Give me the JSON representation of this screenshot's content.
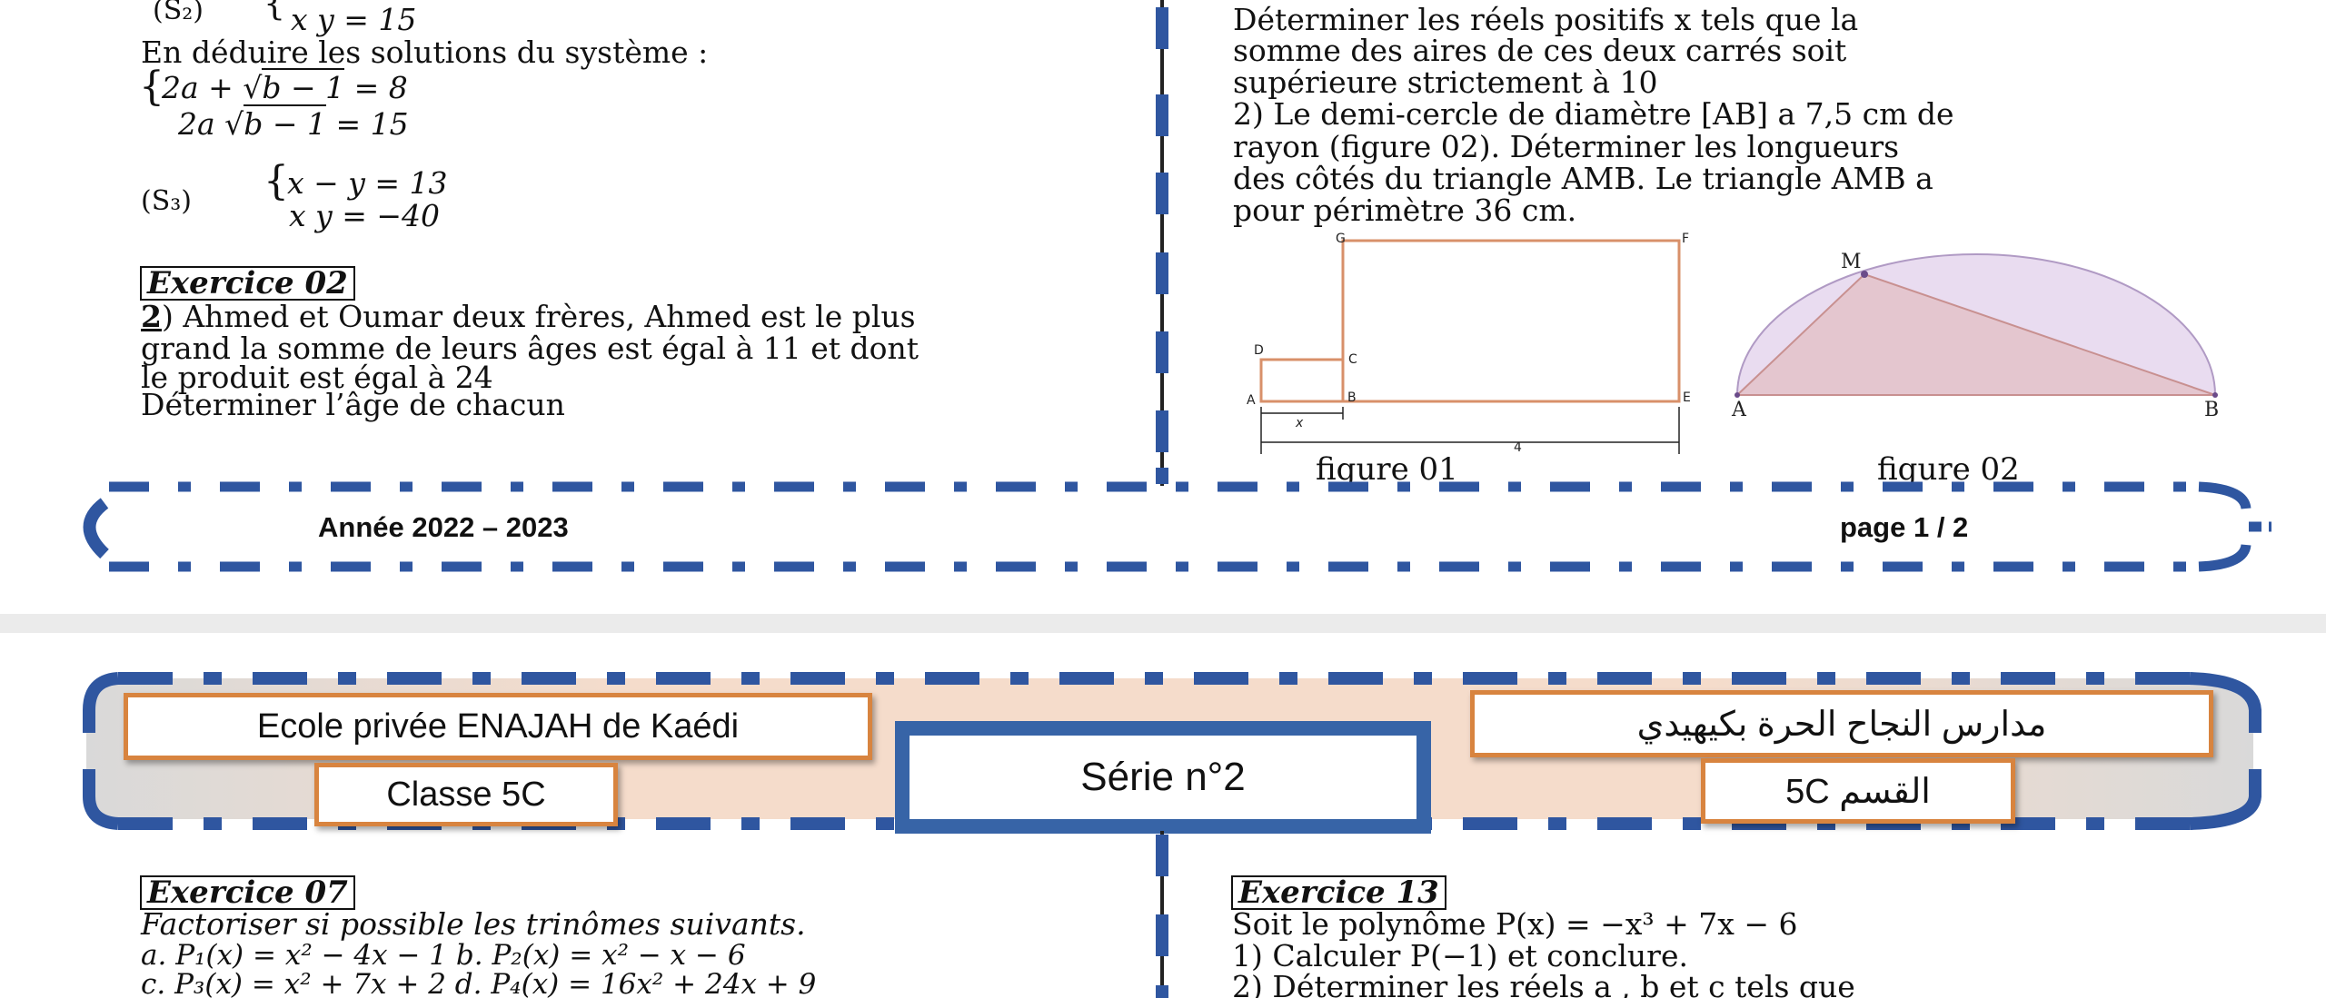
{
  "page1": {
    "left": {
      "s2_label": "(S₂)",
      "s2_eq2": "x y = 15",
      "deduce": "En déduire les solutions du système :",
      "sys_eq1_a": "2a + ",
      "sys_eq1_rad": "b − 1",
      "sys_eq1_b": " = 8",
      "sys_eq2_a": "2a ",
      "sys_eq2_rad": "b − 1",
      "sys_eq2_b": " = 15",
      "s3_label": "(S₃)",
      "s3_eq1": "x − y = 13",
      "s3_eq2": "x y = −40",
      "ex02_title": "Exercice 02",
      "ex02_num": "2",
      "ex02_line1": ") Ahmed et Oumar deux frères, Ahmed est le plus",
      "ex02_line2": "grand la somme de leurs âges est égal à 11 et dont",
      "ex02_line3": "le produit est égal à 24",
      "ex02_line4": "Déterminer l’âge de chacun"
    },
    "right": {
      "line1": "Déterminer les réels positifs x tels que la",
      "line2": "somme des aires de ces deux carrés soit",
      "line3": "supérieure strictement à 10",
      "line4": "2) Le demi-cercle de diamètre [AB] a 7,5 cm de",
      "line5": "rayon (figure 02). Déterminer les longueurs",
      "line6": "des côtés du triangle AMB. Le triangle AMB a",
      "line7": "pour périmètre 36 cm."
    },
    "figure1": {
      "labels": {
        "G": "G",
        "F": "F",
        "D": "D",
        "C": "C",
        "A": "A",
        "B": "B",
        "E": "E",
        "x": "x",
        "four": "4"
      },
      "caption": "figure 01"
    },
    "figure2": {
      "labels": {
        "M": "M",
        "A": "A",
        "B": "B"
      },
      "caption": "figure 02"
    },
    "footer": {
      "year": "Année 2022 – 2023",
      "page": "page 1 / 2"
    }
  },
  "page2": {
    "header": {
      "school_fr": "Ecole privée ENAJAH de Kaédi",
      "class_fr": "Classe 5C",
      "serie": "Série n°2",
      "school_ar": "مدارس النجاح الحرة بكيهيدي",
      "class_ar": "القسم   5C"
    },
    "left": {
      "ex07_title": "Exercice 07",
      "instruction": "Factoriser si possible les trinômes suivants.",
      "line_ab": "a. P₁(x) = x² − 4x − 1   b. P₂(x) = x² − x − 6",
      "line_cd": "c. P₃(x) = x² + 7x + 2   d. P₄(x) = 16x² + 24x + 9"
    },
    "right": {
      "ex13_title": "Exercice 13",
      "line1": "Soit le polynôme P(x) = −x³ + 7x − 6",
      "line2": "1) Calculer P(−1) et conclure.",
      "line3": "2) Déterminer les réels a , b et c tels que"
    }
  },
  "colors": {
    "dash_blue": "#2f56a0",
    "header_orange": "#d8843f",
    "serie_blue": "#3764a7",
    "figure_line": "#d8906a",
    "semicircle_fill": "#e9dcf0"
  }
}
